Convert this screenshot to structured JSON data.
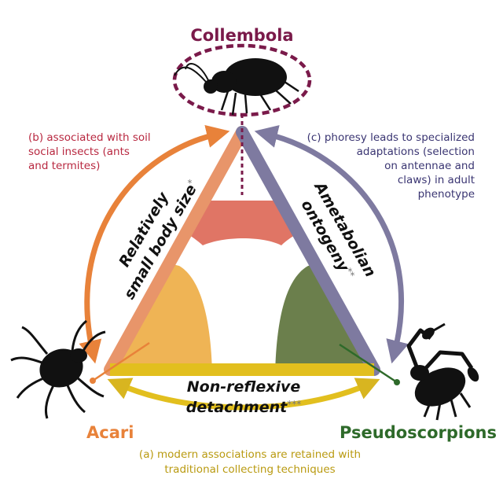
{
  "taxa": {
    "top": "Collembola",
    "left": "Acari",
    "right": "Pseudoscorpions"
  },
  "notes": {
    "b": [
      "(b) associated with soil",
      "social insects (ants",
      "and termites)"
    ],
    "c": [
      "(c) phoresy leads to specialized",
      "adaptations (selection",
      "on antennae and",
      "claws) in adult",
      "phenotype"
    ],
    "a": [
      "(a) modern associations are retained with",
      "traditional collecting techniques"
    ]
  },
  "sides": {
    "left": {
      "line1": "Relatively",
      "line2": "small body size",
      "mark": "*"
    },
    "right": {
      "line1": "Ametabolian",
      "line2": "ontogeny",
      "mark": "**"
    },
    "bottom": {
      "line1": "Non-reflexive",
      "line2": "detachment",
      "mark": "***"
    }
  },
  "colors": {
    "collembola": "#7a1a4a",
    "acari": "#e8823a",
    "pseudoscorpions": "#2e6a2a",
    "left_side": "#e8956a",
    "right_side": "#7e7aa0",
    "bottom_side": "#e2bf1e",
    "note_b": "#b82840",
    "note_c": "#3a3572",
    "note_a": "#b99a10",
    "sector_top": "#e07565",
    "sector_left": "#efb455",
    "sector_right": "#6b7f4c"
  },
  "icons": [
    "springtail-silhouette",
    "mite-silhouette",
    "pseudoscorpion-silhouette"
  ]
}
